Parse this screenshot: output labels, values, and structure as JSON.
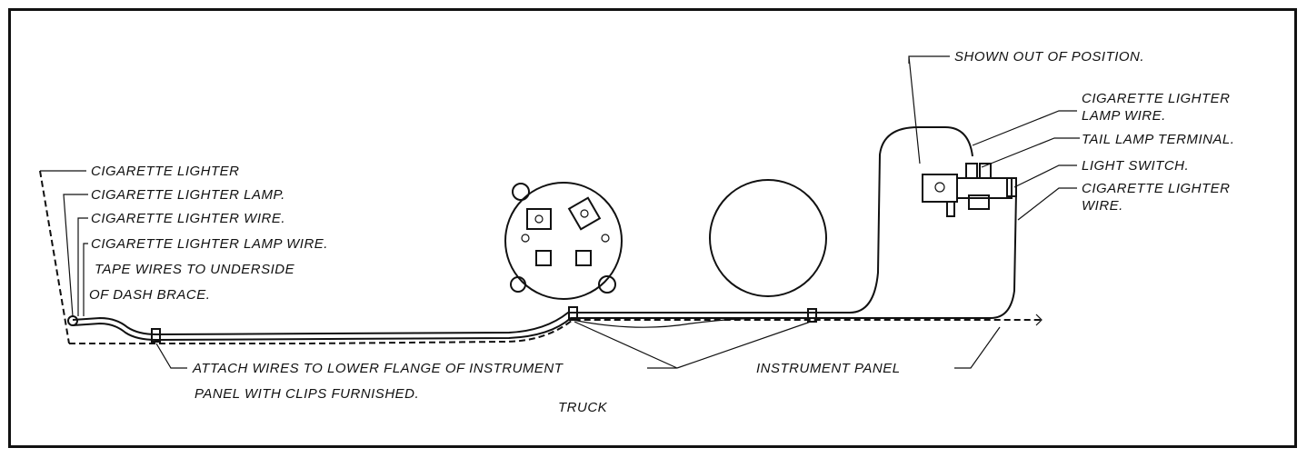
{
  "labels": {
    "cigarette_lighter": "CIGARETTE LIGHTER",
    "cigarette_lighter_lamp": "CIGARETTE LIGHTER LAMP.",
    "cigarette_lighter_wire_left": "CIGARETTE LIGHTER WIRE.",
    "cigarette_lighter_lamp_wire_left": "CIGARETTE LIGHTER LAMP WIRE.",
    "tape_wires_line1": "TAPE WIRES TO UNDERSIDE",
    "tape_wires_line2": "OF DASH BRACE.",
    "attach_wires_line1": "ATTACH WIRES TO LOWER FLANGE OF INSTRUMENT",
    "attach_wires_line2": "PANEL WITH CLIPS FURNISHED.",
    "truck": "TRUCK",
    "instrument_panel": "INSTRUMENT PANEL",
    "shown_out_of_position": "SHOWN OUT OF POSITION.",
    "lighter_lamp_wire_right_line1": "CIGARETTE LIGHTER",
    "lighter_lamp_wire_right_line2": "LAMP WIRE.",
    "tail_lamp_terminal": "TAIL LAMP TERMINAL.",
    "light_switch": "LIGHT SWITCH.",
    "lighter_wire_right_line1": "CIGARETTE LIGHTER",
    "lighter_wire_right_line2": "WIRE."
  }
}
